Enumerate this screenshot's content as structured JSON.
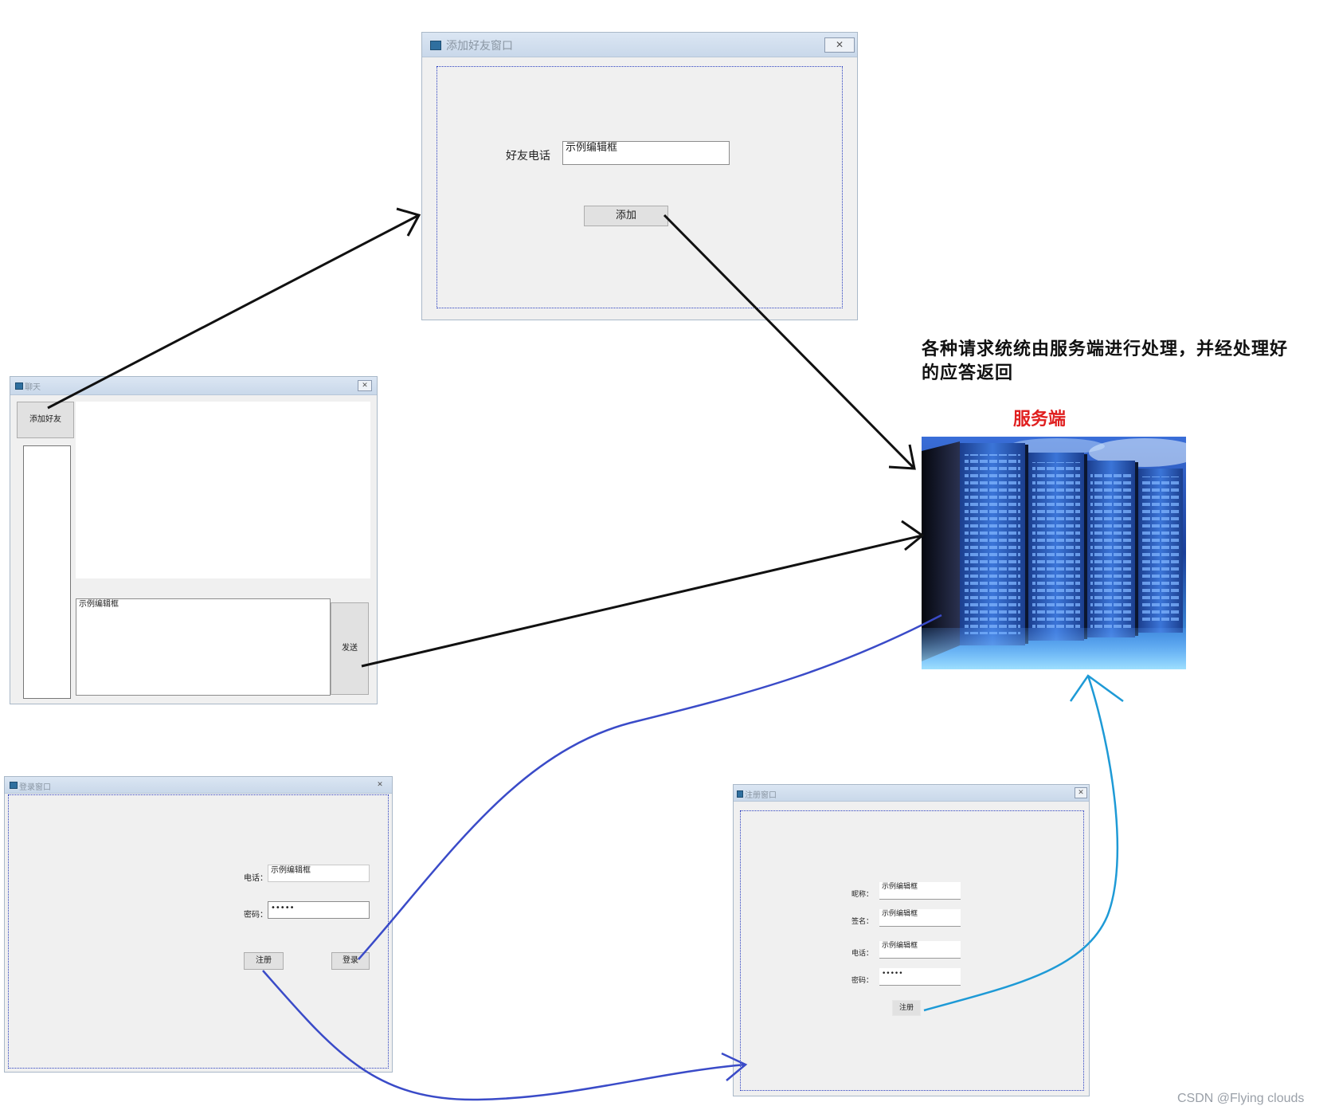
{
  "add_friend_window": {
    "title": "添加好友窗口",
    "phone_label": "好友电话",
    "phone_value": "示例编辑框",
    "add_button": "添加",
    "close_glyph": "✕"
  },
  "chat_window": {
    "title": "聊天",
    "add_friend_button": "添加好友",
    "input_value": "示例编辑框",
    "send_button": "发送",
    "close_glyph": "✕"
  },
  "login_window": {
    "title": "登录窗口",
    "phone_label": "电话：",
    "phone_value": "示例编辑框",
    "password_label": "密码：",
    "password_value": "•••••",
    "register_button": "注册",
    "login_button": "登录",
    "close_glyph": "✕"
  },
  "register_window": {
    "title": "注册窗口",
    "fields": [
      {
        "label": "昵称：",
        "value": "示例编辑框"
      },
      {
        "label": "签名：",
        "value": "示例编辑框"
      },
      {
        "label": "电话：",
        "value": "示例编辑框"
      },
      {
        "label": "密码：",
        "value": "•••••"
      }
    ],
    "register_button": "注册",
    "close_glyph": "✕"
  },
  "annotation": {
    "line1": "各种请求统统由服务端进行处理，并经处理好",
    "line2": "的应答返回"
  },
  "server": {
    "label": "服务端"
  },
  "watermark": "CSDN @Flying  clouds",
  "colors": {
    "black_arrow": "#111111",
    "blue_arrow": "#3a4bc8",
    "cyan_arrow": "#1e9ad6",
    "server_label": "#e02020"
  }
}
